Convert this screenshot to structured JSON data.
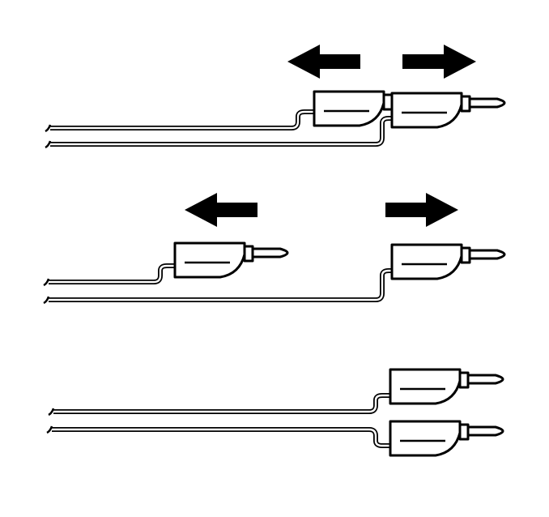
{
  "diagram": {
    "colors": {
      "ink": "#000000",
      "background": "#ffffff"
    },
    "panels": [
      {
        "state": "connected",
        "arrows": [
          "left",
          "right"
        ],
        "plugs": 2
      },
      {
        "state": "separated",
        "arrows": [
          "left",
          "right"
        ],
        "plugs": 2
      },
      {
        "state": "side-by-side",
        "arrows": [],
        "plugs": 2
      }
    ]
  }
}
